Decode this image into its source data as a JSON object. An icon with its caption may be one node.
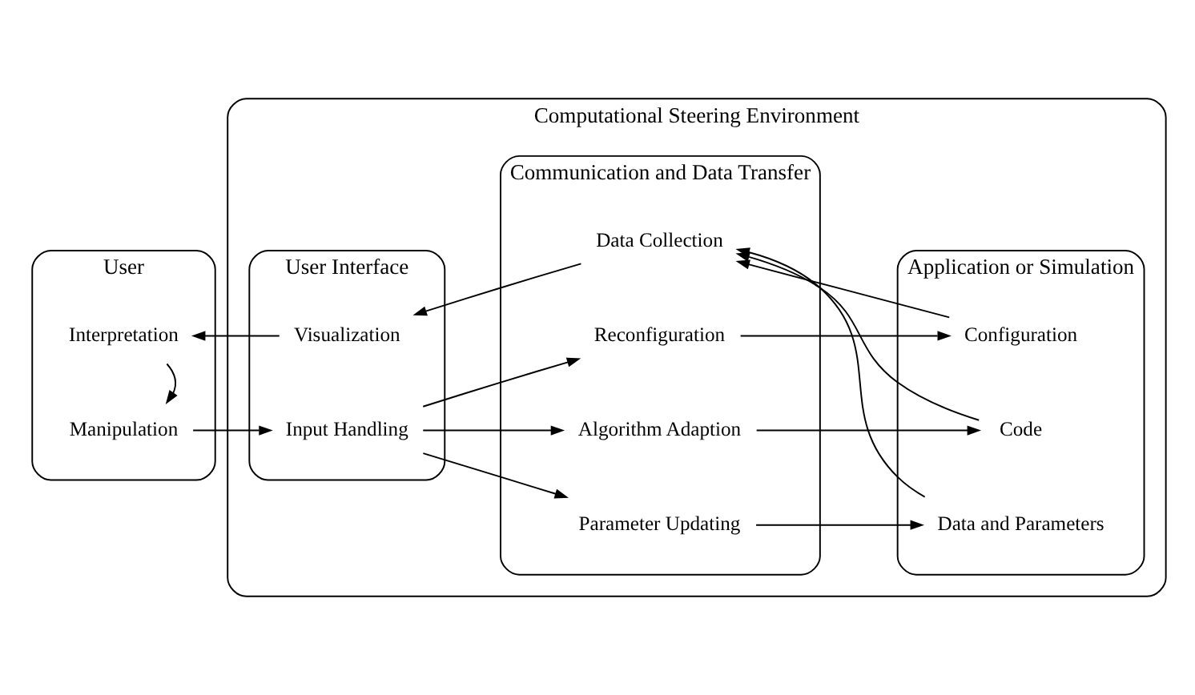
{
  "diagram": {
    "nodes": [
      {
        "text": [
          "Computational Steering Environment"
        ]
      },
      {
        "text": [
          "User"
        ]
      },
      {
        "text": [
          "Interpretation"
        ],
        "in": 1
      },
      {
        "text": [
          "Manipulation"
        ],
        "in": 1
      },
      {
        "text": [
          "User Interface"
        ],
        "in": 0
      },
      {
        "text": [
          "Visualization"
        ],
        "in": 4
      },
      {
        "text": [
          "Input Handling"
        ],
        "in": 4
      },
      {
        "text": [
          "Communication and Data Transfer"
        ],
        "in": 0
      },
      {
        "text": [
          "Data Collection"
        ],
        "in": 7
      },
      {
        "text": [
          "Reconfiguration"
        ],
        "in": 7
      },
      {
        "text": [
          "Algorithm Adaption"
        ],
        "in": 7
      },
      {
        "text": [
          "Parameter Updating"
        ],
        "in": 7
      },
      {
        "text": [
          "Application or Simulation"
        ],
        "in": 0
      },
      {
        "text": [
          "Configuration"
        ],
        "in": 12
      },
      {
        "text": [
          "Code"
        ],
        "in": 12
      },
      {
        "text": [
          "Data and Parameters"
        ],
        "in": 12
      }
    ],
    "edges": [
      {
        "from": 2,
        "to": 3,
        "arrow": "to"
      },
      {
        "from": 3,
        "to": 6,
        "arrow": "to"
      },
      {
        "from": 5,
        "to": 2,
        "arrow": "to"
      },
      {
        "from": 8,
        "to": 5,
        "arrow": "to"
      },
      {
        "from": 6,
        "to": 9,
        "arrow": "to"
      },
      {
        "from": 6,
        "to": 10,
        "arrow": "to"
      },
      {
        "from": 6,
        "to": 11,
        "arrow": "to"
      },
      {
        "from": 9,
        "to": 13,
        "arrow": "to"
      },
      {
        "from": 10,
        "to": 14,
        "arrow": "to"
      },
      {
        "from": 11,
        "to": 15,
        "arrow": "to"
      },
      {
        "from": 13,
        "to": 8,
        "arrow": "to"
      },
      {
        "from": 14,
        "to": 8,
        "arrow": "to"
      },
      {
        "from": 15,
        "to": 8,
        "arrow": "to"
      }
    ]
  }
}
